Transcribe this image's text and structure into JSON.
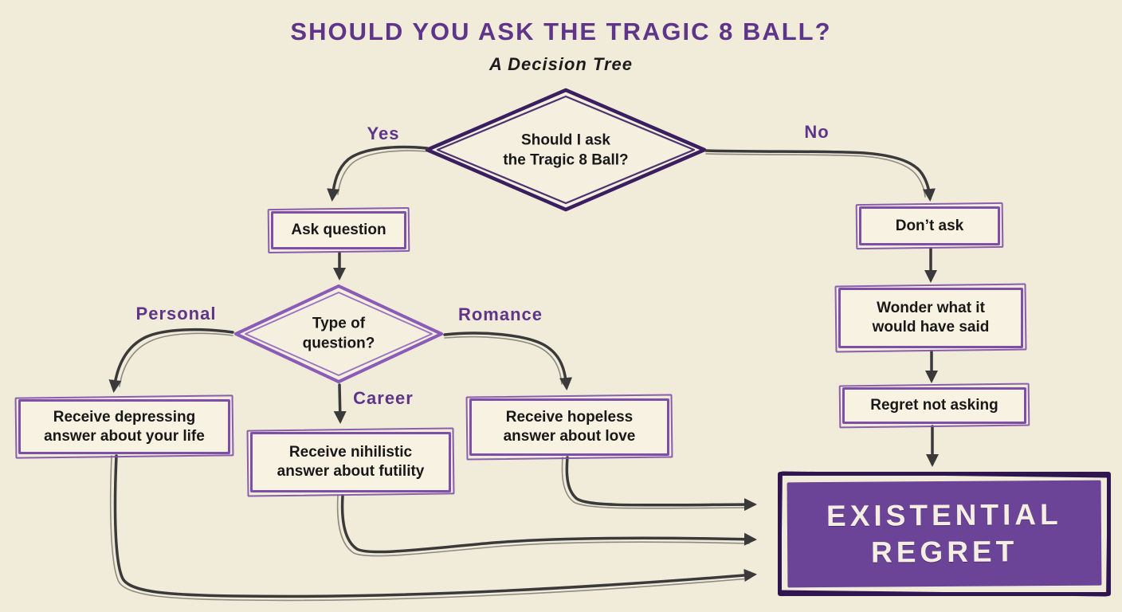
{
  "title": "SHOULD YOU ASK THE TRAGIC 8 BALL?",
  "subtitle": "A Decision Tree",
  "nodes": {
    "root": {
      "line1": "Should I ask",
      "line2": "the Tragic 8 Ball?"
    },
    "ask_question": {
      "label": "Ask question"
    },
    "type_of_question": {
      "line1": "Type of",
      "line2": "question?"
    },
    "receive_depressing": {
      "line1": "Receive depressing",
      "line2": "answer about your life"
    },
    "receive_nihilistic": {
      "line1": "Receive nihilistic",
      "line2": "answer about futility"
    },
    "receive_hopeless": {
      "line1": "Receive hopeless",
      "line2": "answer about love"
    },
    "dont_ask": {
      "label": "Don’t ask"
    },
    "wonder": {
      "line1": "Wonder what it",
      "line2": "would have said"
    },
    "regret_not_asking": {
      "label": "Regret not asking"
    },
    "existential_regret": {
      "line1": "EXISTENTIAL",
      "line2": "REGRET"
    }
  },
  "edge_labels": {
    "yes": "Yes",
    "no": "No",
    "personal": "Personal",
    "career": "Career",
    "romance": "Romance"
  },
  "colors": {
    "background": "#f1ecda",
    "title_purple": "#5e3588",
    "diamond_dark_purple": "#3b1e60",
    "box_border_purple": "#7e4fa8",
    "type_diamond_purple": "#8a5cb8",
    "terminal_fill": "#6b4397",
    "terminal_border": "#2f1650",
    "arrow": "#3a3a3a",
    "node_fill": "#f7f2e1",
    "terminal_text": "#f4efe2"
  }
}
